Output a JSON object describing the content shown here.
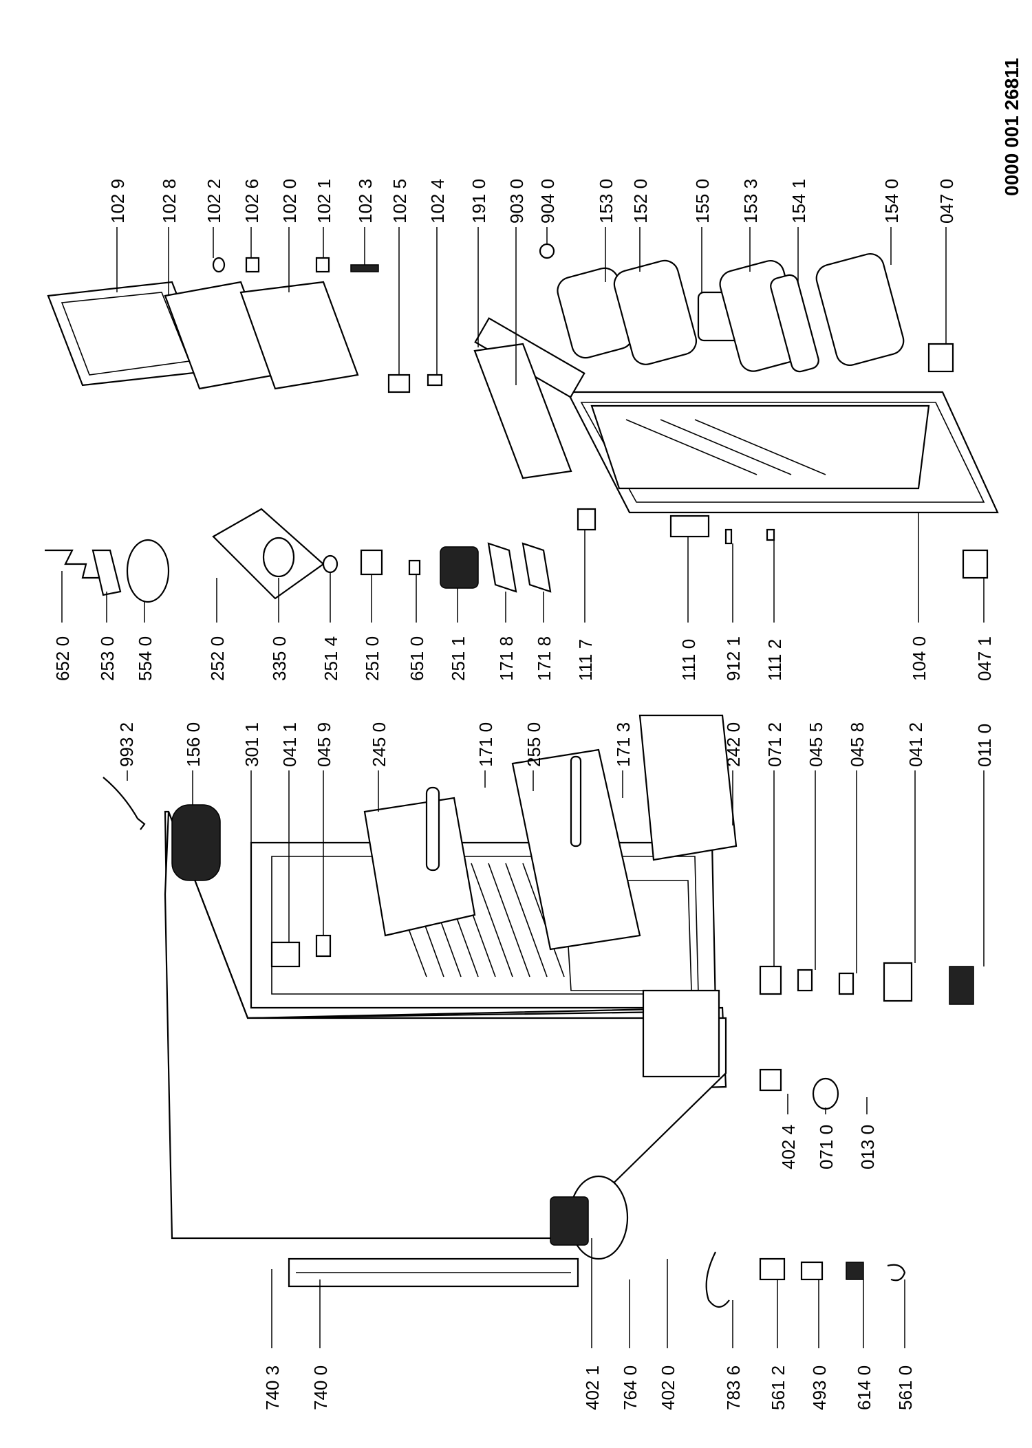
{
  "document_number": "0000 001 26811",
  "parts_left": [
    "993 2",
    "156 0",
    "301 1",
    "041 1",
    "045 9",
    "245 0",
    "171 0",
    "255 0",
    "171 3",
    "242 0",
    "071 2",
    "045 5",
    "045 8",
    "041 2",
    "011 0",
    "402 4",
    "071 0",
    "013 0",
    "740 3",
    "740 0",
    "402 1",
    "764 0",
    "402 0",
    "783 6",
    "561 2",
    "493 0",
    "614 0",
    "561 0"
  ],
  "parts_right": [
    "102 9",
    "102 8",
    "102 2",
    "102 6",
    "102 0",
    "102 1",
    "102 3",
    "102 5",
    "102 4",
    "191 0",
    "903 0",
    "904 0",
    "153 0",
    "152 0",
    "155 0",
    "153 3",
    "154 1",
    "154 0",
    "047 0",
    "652 0",
    "253 0",
    "554 0",
    "252 0",
    "335 0",
    "251 4",
    "251 0",
    "651 0",
    "251 1",
    "171 8",
    "171 8",
    "111 7",
    "111 0",
    "912 1",
    "111 2",
    "104 0",
    "047 1"
  ]
}
